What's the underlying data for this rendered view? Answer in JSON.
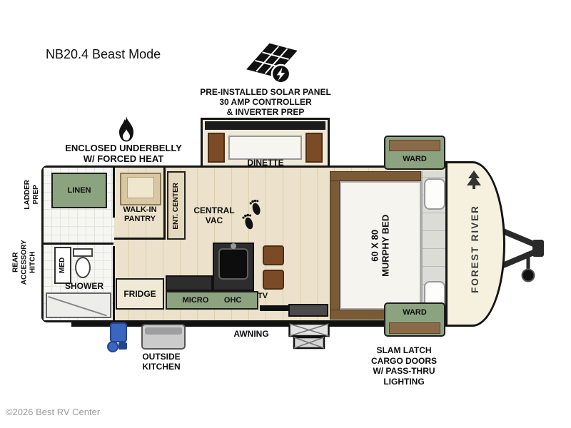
{
  "title": "NB20.4 Beast Mode",
  "watermark": "©2026 Best RV Center",
  "colors": {
    "outline": "#141414",
    "cabinet_green": "#8ca380",
    "floor_tan": "#ece2cb",
    "floor_line": "#dccfae",
    "furniture_brown": "#7b4a26",
    "wood_brown": "#7b5a36",
    "cap_cream": "#f5f1de",
    "counter_dark": "#2d2d2d",
    "pump_blue": "#3a66c0",
    "tile_white": "#f6f6f3"
  },
  "callouts": {
    "solar": "PRE-INSTALLED SOLAR PANEL\n30 AMP CONTROLLER\n& INVERTER PREP",
    "underbelly": "ENCLOSED UNDERBELLY\nW/ FORCED HEAT",
    "awning": "AWNING",
    "outside_kitchen": "OUTSIDE\nKITCHEN",
    "slam_latch": "SLAM LATCH\nCARGO DOORS\nW/ PASS-THRU\nLIGHTING"
  },
  "labels": {
    "ladder_prep": "LADDER\nPREP",
    "rear_hitch": "REAR\nACCESSORY\nHITCH",
    "linen": "LINEN",
    "walk_in_pantry": "WALK-IN\nPANTRY",
    "ent_center": "ENT. CENTER",
    "dinette": "DINETTE",
    "central_vac": "CENTRAL\nVAC",
    "med": "MED",
    "shower": "SHOWER",
    "fridge": "FRIDGE",
    "micro": "MICRO",
    "ohc": "OHC",
    "tv": "TV",
    "murphy_bed": "60 X 80\nMURPHY BED",
    "ward_top": "WARD",
    "ward_bottom": "WARD",
    "brand": "FOREST RIVER"
  },
  "icons": {
    "solar_panel": "solar-panel-icon",
    "flame": "flame-icon",
    "footprints": "footprints-icon",
    "tree_logo": "tree-logo-icon",
    "hitch": "hitch-icon",
    "steps": "entry-steps-icon"
  }
}
